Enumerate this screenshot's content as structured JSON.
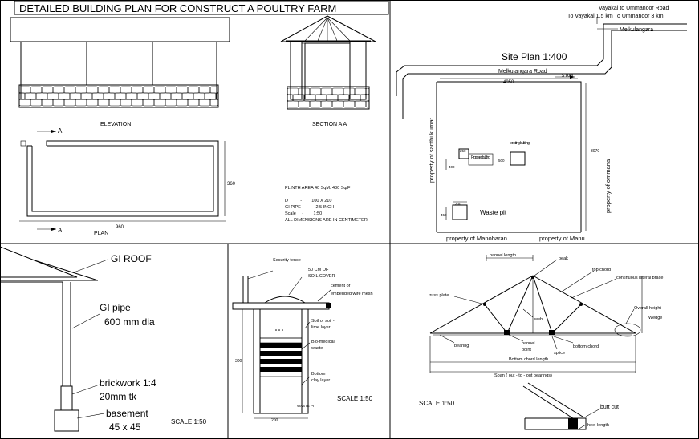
{
  "title": "DETAILED BUILDING PLAN  FOR CONSTRUCT A POULTRY FARM",
  "elevation": {
    "label": "ELEVATION"
  },
  "section": {
    "label": "SECTION A A"
  },
  "plan": {
    "label": "PLAN",
    "marker_top": "A",
    "marker_bottom": "A",
    "dim_width": "960",
    "dim_height": "360",
    "notes": [
      "PLINTH AREA 40 SqM. 430 Sq/F",
      "D          -        100 X 210",
      "GI PIPE   -        2.5 INCH",
      "Scale     -        1:50",
      "ALL DIMENSIONS ARE IN CENTIMETER"
    ]
  },
  "site": {
    "title": "Site Plan 1:400",
    "road_top1": "Vayakal to Ummanoor Road",
    "road_top2": "To Vayakal 1.5 km To Ummanoor 3 km",
    "junction": "Melkulangara",
    "road_side": "Melkulangara Road",
    "arrow_label": "5 KM",
    "dim_top": "4950",
    "dim_right": "3070",
    "left_property": "property of santhi kumar",
    "right_property": "property of ommana",
    "bottom_left_property": "property of Manoharan",
    "bottom_right_property": "property of Manu",
    "proposed": "Proposed building",
    "existing": "existing building",
    "waste_pit": "Waste pit",
    "dim_small1": "250",
    "dim_small2": "400",
    "dim_small3": "500",
    "dim_small4": "300",
    "dim_small5": "450"
  },
  "roof_detail": {
    "gi_roof": "GI ROOF",
    "gi_pipe_1": "GI pipe",
    "gi_pipe_2": "600 mm dia",
    "brick_1": "brickwork 1:4",
    "brick_2": "20mm tk",
    "base_1": "basement",
    "base_2": "45 x 45",
    "scale": "SCALE 1:50"
  },
  "waste_pit": {
    "security_fence": "Security fence",
    "soil_cover_1": "50 CM OF",
    "soil_cover_2": "SOIL COVER",
    "cement_1": "cement or",
    "cement_2": "embedded  wire mesh",
    "soil_1": "Soil or soil -",
    "soil_2": "lime layer",
    "bio_1": "Bio-medical",
    "bio_2": "waste",
    "bottom_1": "Bottom",
    "bottom_2": "clay layer",
    "pit_label": "WASTE PIT",
    "dim_side": "300",
    "dim_bottom": "200",
    "scale": "SCALE 1:50"
  },
  "truss": {
    "pannel_length": "pannel length",
    "peak": "peak",
    "top_chord": "top chord",
    "lateral_brace": "continuous lateral brace",
    "truss_plate": "truss plate",
    "overall_height": "Overall height",
    "wedge": "Wedge",
    "web": "web",
    "bearing": "bearing",
    "pannel_point_1": "pannel",
    "pannel_point_2": "point",
    "splice": "splice",
    "bottom_chord": "bottom chord",
    "bottom_chord_length": "Bottom chord length",
    "span": "Span ( out - to - out bearings)",
    "butt_cut": "butt cut",
    "heel_length": "heel length",
    "scale": "SCALE 1:50"
  }
}
